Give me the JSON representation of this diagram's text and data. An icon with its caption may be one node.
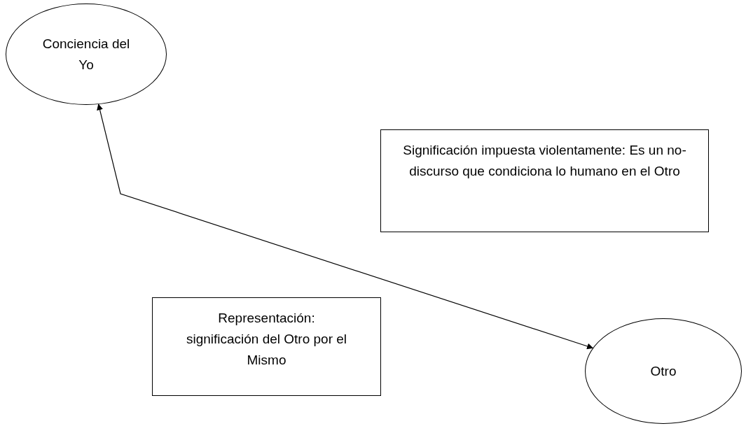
{
  "diagram": {
    "nodes": [
      {
        "text": [
          "Conciencia del Yo"
        ]
      },
      {
        "text": [
          "Significación impuesta violentamente: Es un no-discurso que condiciona lo humano en el Otro"
        ]
      },
      {
        "text": [
          "Representación: significación del Otro por el Mismo"
        ]
      },
      {
        "text": [
          "Otro"
        ]
      }
    ],
    "edges": [
      {
        "from": 0,
        "to": 3,
        "arrow": "both"
      }
    ]
  }
}
